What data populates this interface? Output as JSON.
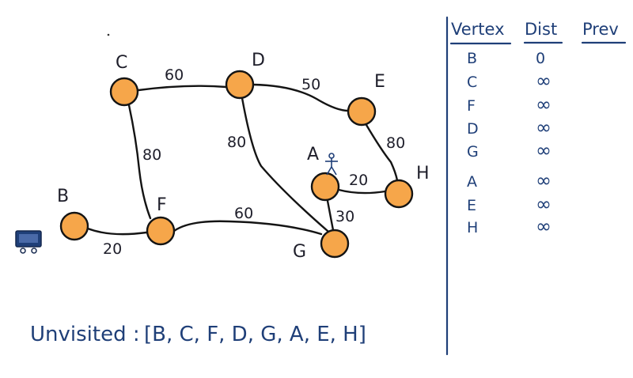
{
  "graph": {
    "nodes": [
      {
        "id": "C",
        "label": "C"
      },
      {
        "id": "D",
        "label": "D"
      },
      {
        "id": "E",
        "label": "E"
      },
      {
        "id": "A",
        "label": "A"
      },
      {
        "id": "H",
        "label": "H"
      },
      {
        "id": "B",
        "label": "B"
      },
      {
        "id": "F",
        "label": "F"
      },
      {
        "id": "G",
        "label": "G"
      }
    ],
    "edges": [
      {
        "from": "C",
        "to": "D",
        "weight": "60"
      },
      {
        "from": "D",
        "to": "E",
        "weight": "50"
      },
      {
        "from": "C",
        "to": "F",
        "weight": "80"
      },
      {
        "from": "D",
        "to": "G",
        "weight": "80"
      },
      {
        "from": "E",
        "to": "H",
        "weight": "80"
      },
      {
        "from": "A",
        "to": "H",
        "weight": "20"
      },
      {
        "from": "A",
        "to": "G",
        "weight": "30"
      },
      {
        "from": "B",
        "to": "F",
        "weight": "20"
      },
      {
        "from": "F",
        "to": "G",
        "weight": "60"
      }
    ],
    "start_marker_node": "A"
  },
  "unvisited": {
    "label": "Unvisited :",
    "items": [
      "B",
      "C",
      "F",
      "D",
      "G",
      "A",
      "E",
      "H"
    ]
  },
  "table": {
    "headers": [
      "Vertex",
      "Dist",
      "Prev"
    ],
    "rows": [
      {
        "vertex": "B",
        "dist": "0",
        "prev": ""
      },
      {
        "vertex": "C",
        "dist": "∞",
        "prev": ""
      },
      {
        "vertex": "F",
        "dist": "∞",
        "prev": ""
      },
      {
        "vertex": "D",
        "dist": "∞",
        "prev": ""
      },
      {
        "vertex": "G",
        "dist": "∞",
        "prev": ""
      },
      {
        "vertex": "A",
        "dist": "∞",
        "prev": ""
      },
      {
        "vertex": "E",
        "dist": "∞",
        "prev": ""
      },
      {
        "vertex": "H",
        "dist": "∞",
        "prev": ""
      }
    ]
  },
  "colors": {
    "node_fill": "#f6a64a",
    "ink": "#141414",
    "table_ink": "#1f3f78"
  },
  "icons": {
    "margin_icon": "monitor-icon"
  }
}
